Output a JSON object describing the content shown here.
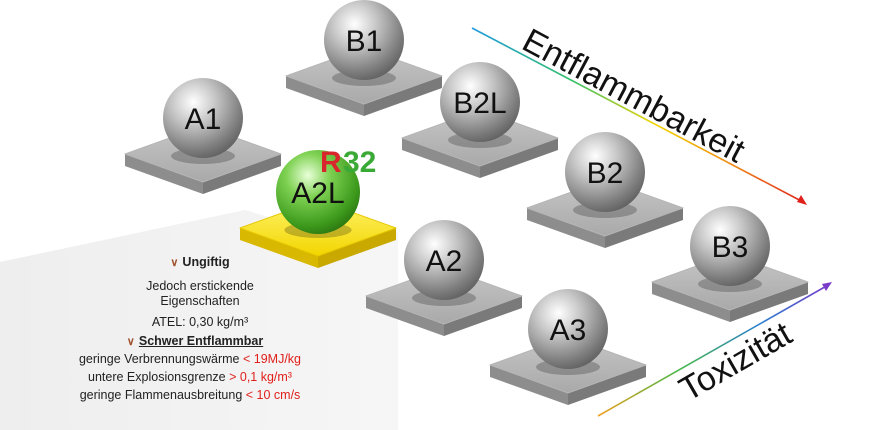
{
  "classes": [
    {
      "id": "A1",
      "label": "A1",
      "highlight": false
    },
    {
      "id": "B1",
      "label": "B1",
      "highlight": false
    },
    {
      "id": "A2L",
      "label": "A2L",
      "highlight": true
    },
    {
      "id": "B2L",
      "label": "B2L",
      "highlight": false
    },
    {
      "id": "A2",
      "label": "A2",
      "highlight": false
    },
    {
      "id": "B2",
      "label": "B2",
      "highlight": false
    },
    {
      "id": "A3",
      "label": "A3",
      "highlight": false
    },
    {
      "id": "B3",
      "label": "B3",
      "highlight": false
    }
  ],
  "refrigerant_logo": "R32",
  "axes": {
    "flammability": "Entflammbarkeit",
    "toxicity": "Toxizität"
  },
  "info": {
    "ungiftig": "Ungiftig",
    "suffocating": "Jedoch erstickende Eigenschaften",
    "atel": "ATEL: 0,30 kg/m³",
    "schwer": "Schwer Entflammbar",
    "rows": [
      {
        "label": "geringe Verbrennungswärme",
        "value": "< 19MJ/kg"
      },
      {
        "label": "untere Explosionsgrenze",
        "value": "> 0,1 kg/m³"
      },
      {
        "label": "geringe Flammenausbreitung",
        "value": "< 10 cm/s"
      }
    ]
  },
  "colors": {
    "sphere_gray": "#9a9a9a",
    "sphere_green": "#5cb82e",
    "plate_yellow": "#f5d800",
    "logo_red": "#d9262c",
    "logo_green": "#3aa935",
    "value_red": "#e0201b"
  }
}
